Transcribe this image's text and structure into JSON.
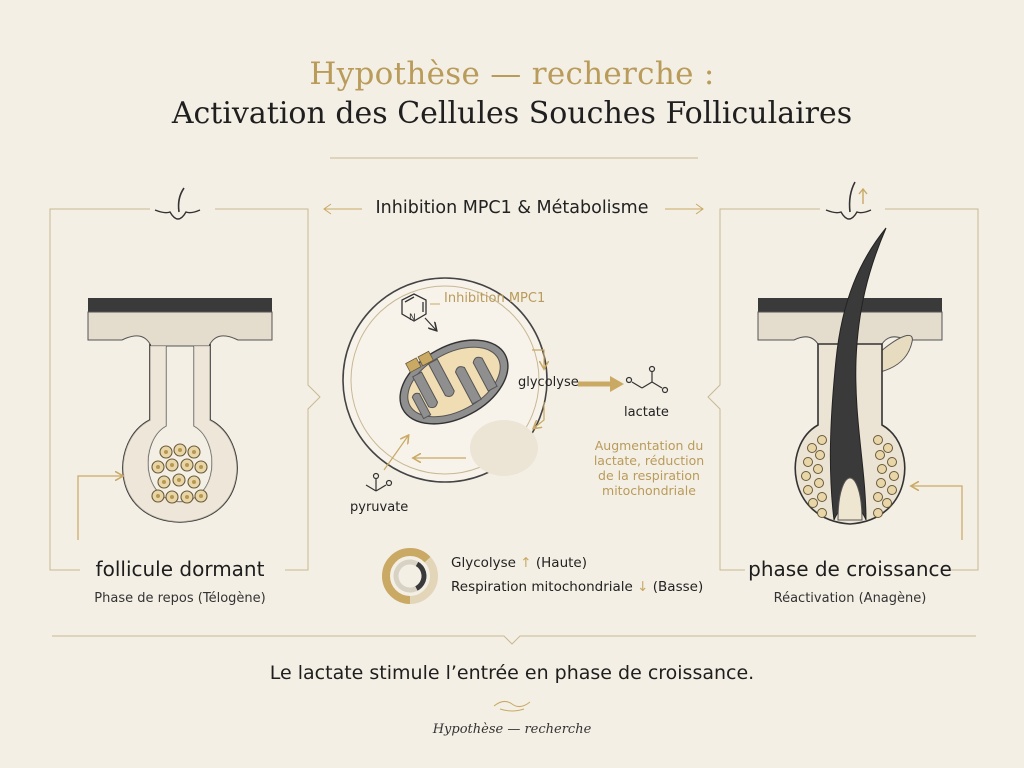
{
  "title": {
    "line1": "Hypothèse — recherche :",
    "line2": "Activation des Cellules Souches Folliculaires"
  },
  "mechanism": {
    "title": "Inhibition MPC1 & Métabolisme",
    "inhibitor_label": "Inhibition MPC1",
    "glycolysis_label": "glycolyse",
    "lactate_label": "lactate",
    "pyruvate_label": "pyruvate",
    "effect_note": [
      "Augmentation du",
      "lactate, réduction",
      "de la respiration",
      "mitochondriale"
    ]
  },
  "left_panel": {
    "title": "follicule dormant",
    "subtitle": "Phase de repos (Télogène)"
  },
  "right_panel": {
    "title": "phase de croissance",
    "subtitle": "Réactivation (Anagène)"
  },
  "legend": {
    "glycolysis": {
      "label": "Glycolyse",
      "arrow": "↑",
      "level": "(Haute)"
    },
    "respiration": {
      "label": "Respiration mitochondriale",
      "arrow": "↓",
      "level": "(Basse)"
    }
  },
  "conclusion": "Le lactate stimule l’entrée en phase de croissance.",
  "footer": "Hypothèse — recherche",
  "colors": {
    "background": "#f4efe5",
    "gold": "#c9a964",
    "dark": "#3a3a3a",
    "line": "#c8b894"
  },
  "icons": [
    "hair-icon",
    "hair-growth-icon",
    "mitochondrion-icon",
    "pyridine-icon",
    "lactate-molecule-icon",
    "pyruvate-molecule-icon",
    "donut-legend-icon",
    "flourish-icon"
  ]
}
